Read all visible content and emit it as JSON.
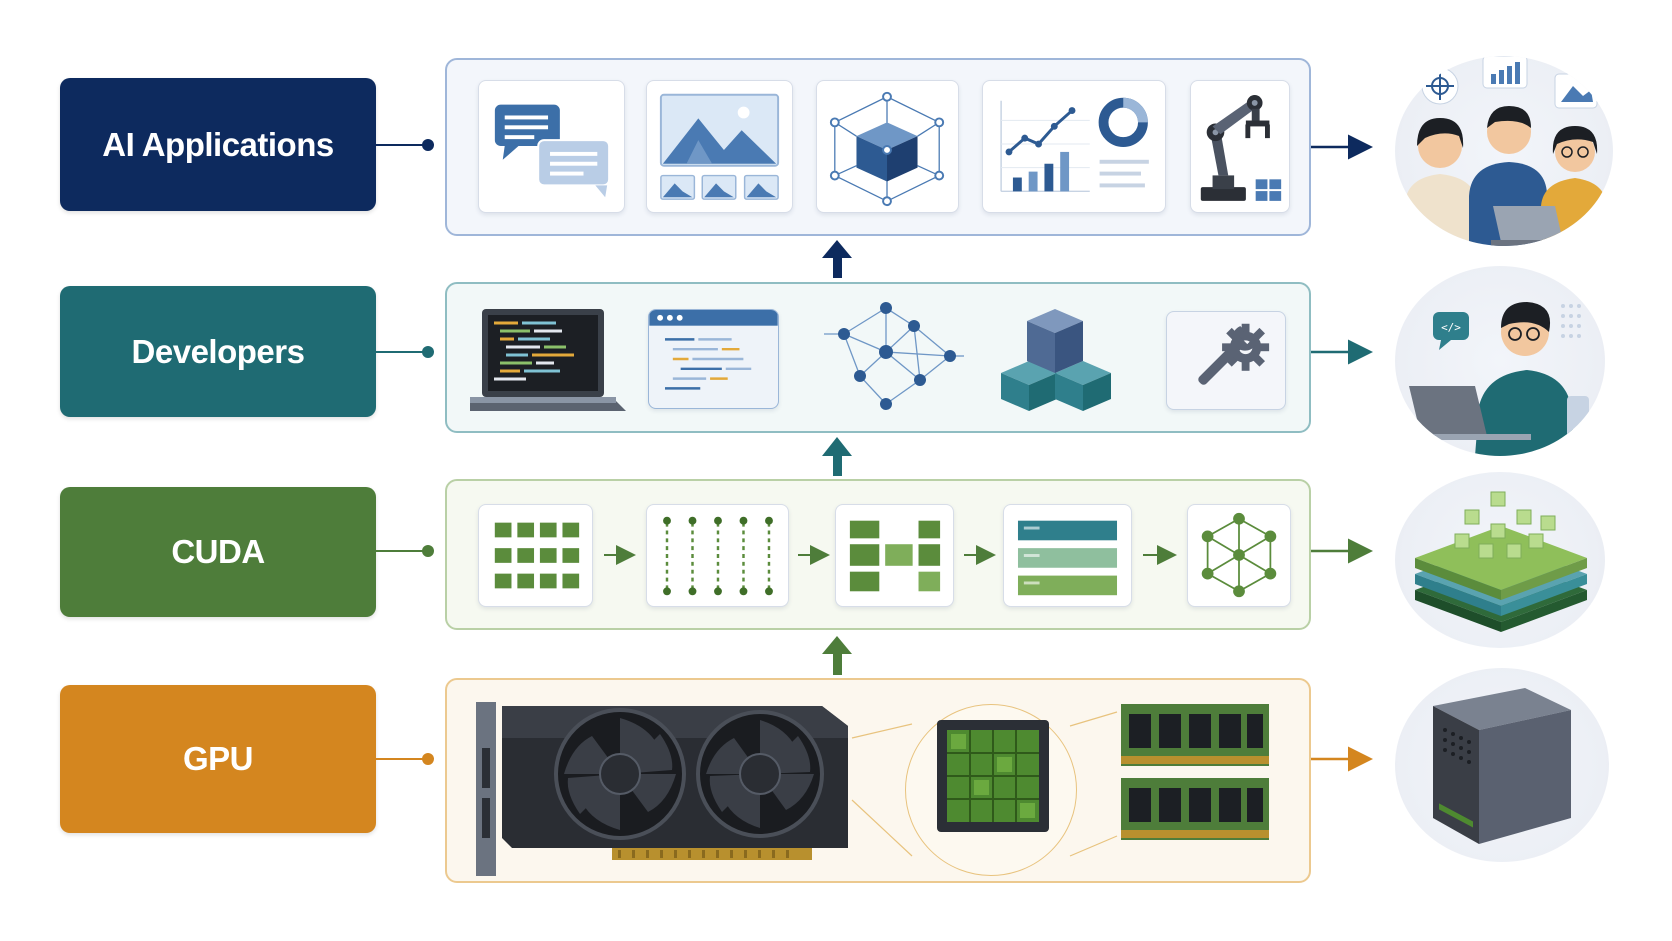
{
  "layers": [
    {
      "id": "ai-applications",
      "label": "AI Applications",
      "color": "#0d2a5e"
    },
    {
      "id": "developers",
      "label": "Developers",
      "color": "#1f6b73"
    },
    {
      "id": "cuda",
      "label": "CUDA",
      "color": "#4e7d3a"
    },
    {
      "id": "gpu",
      "label": "GPU",
      "color": "#d4861f"
    }
  ],
  "panel_colors": {
    "ai_border": "#9fb6d9",
    "ai_bg": "#f3f6fb",
    "dev_border": "#8fbdc2",
    "dev_bg": "#f2f8f8",
    "cuda_border": "#b9d0a6",
    "cuda_bg": "#f6f9f1",
    "gpu_border": "#ecc98f",
    "gpu_bg": "#fcf7ee"
  },
  "icons": {
    "ai_applications": [
      "chat-icon",
      "image-gallery-icon",
      "3d-cube-network-icon",
      "analytics-chart-icon",
      "robotic-arm-icon"
    ],
    "developers": [
      "laptop-code-icon",
      "code-editor-icon",
      "neural-network-icon",
      "stacked-blocks-icon",
      "wrench-gear-icon"
    ],
    "cuda": [
      "grid-blocks-icon",
      "parallel-threads-icon",
      "kernel-blocks-icon",
      "memory-bars-icon",
      "hexagon-network-icon"
    ],
    "gpu": [
      "graphics-card-icon",
      "gpu-chip-icon",
      "memory-modules-icon"
    ]
  },
  "outputs": [
    "users-team-illustration",
    "developer-illustration",
    "cuda-layers-illustration",
    "server-illustration"
  ]
}
